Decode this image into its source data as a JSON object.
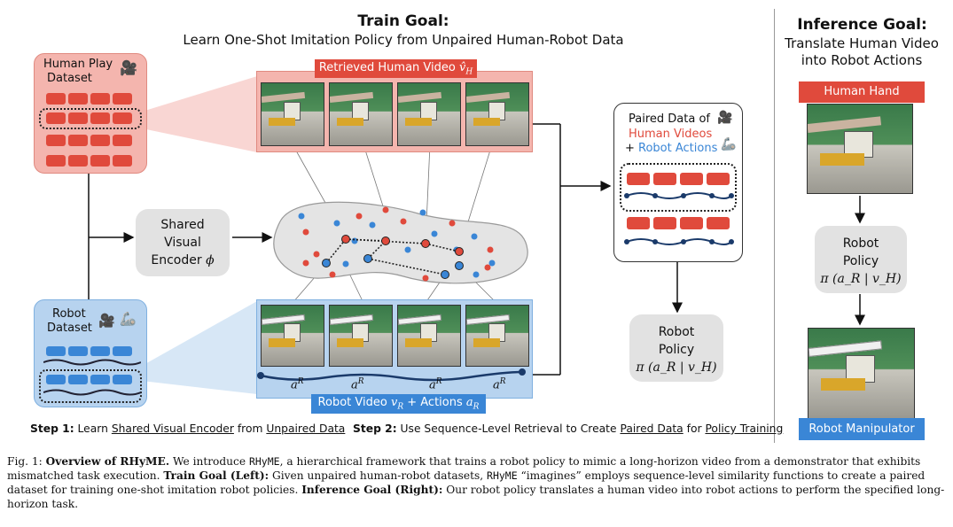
{
  "train": {
    "title": "Train Goal:",
    "subtitle": "Learn One-Shot Imitation Policy from Unpaired Human-Robot Data"
  },
  "inference": {
    "title": "Inference Goal:",
    "subtitle_line1": "Translate Human Video",
    "subtitle_line2": "into Robot Actions",
    "human_hand_label": "Human Hand",
    "policy_line1": "Robot",
    "policy_line2": "Policy",
    "policy_formula": "π (a_R | v_H)",
    "robot_manipulator_label": "Robot Manipulator"
  },
  "human_dataset": {
    "line1": "Human Play",
    "line2": "Dataset"
  },
  "robot_dataset": {
    "line1": "Robot",
    "line2": "Dataset"
  },
  "retrieved_video_label": "Retrieved Human Video",
  "retrieved_video_symbol": "v̂",
  "retrieved_video_sub": "H",
  "encoder": {
    "line1": "Shared",
    "line2": "Visual",
    "line3": "Encoder",
    "symbol": "ϕ"
  },
  "robot_video_label": "Robot Video",
  "robot_video_symbol_v": "v",
  "robot_video_sub_v": "R",
  "robot_video_plus": "+ Actions",
  "robot_video_symbol_a": "a",
  "robot_video_sub_a": "R",
  "action_label": "a",
  "action_sup": "R",
  "paired": {
    "line1": "Paired Data of",
    "line2": "Human Videos",
    "line3_plus": "+ ",
    "line3": "Robot Actions"
  },
  "policy": {
    "line1": "Robot",
    "line2": "Policy",
    "formula": "π (a_R | v_H)"
  },
  "step1": {
    "bold": "Step 1:",
    "text1": " Learn ",
    "u1": "Shared Visual Encoder",
    "text2": " from ",
    "u2": "Unpaired Data"
  },
  "step2": {
    "bold": "Step 2:",
    "text1": " Use Sequence-Level Retrieval to Create ",
    "u1": "Paired Data",
    "text2": " for ",
    "u2": "Policy Training"
  },
  "caption": {
    "fig": "Fig. 1: ",
    "b1": "Overview of RHyME.",
    "t1": " We introduce ",
    "mono1": "RHyME",
    "t2": ", a hierarchical framework that trains a robot policy to mimic a long-horizon video from a demonstrator that exhibits mismatched task execution. ",
    "b2": "Train Goal (Left):",
    "t3": " Given unpaired human-robot datasets, ",
    "mono2": "RHyME",
    "t4": " “imagines” employs sequence-level similarity functions to create a paired dataset for training one-shot imitation robot policies. ",
    "b3": "Inference Goal (Right):",
    "t5": " Our robot policy translates a human video into robot actions to perform the specified long-horizon task."
  },
  "colors": {
    "red": "#e04a3c",
    "blue": "#3a86d6",
    "red_bg": "#f4b5ae",
    "blue_bg": "#b7d3ef",
    "gray": "#e2e2e2"
  }
}
